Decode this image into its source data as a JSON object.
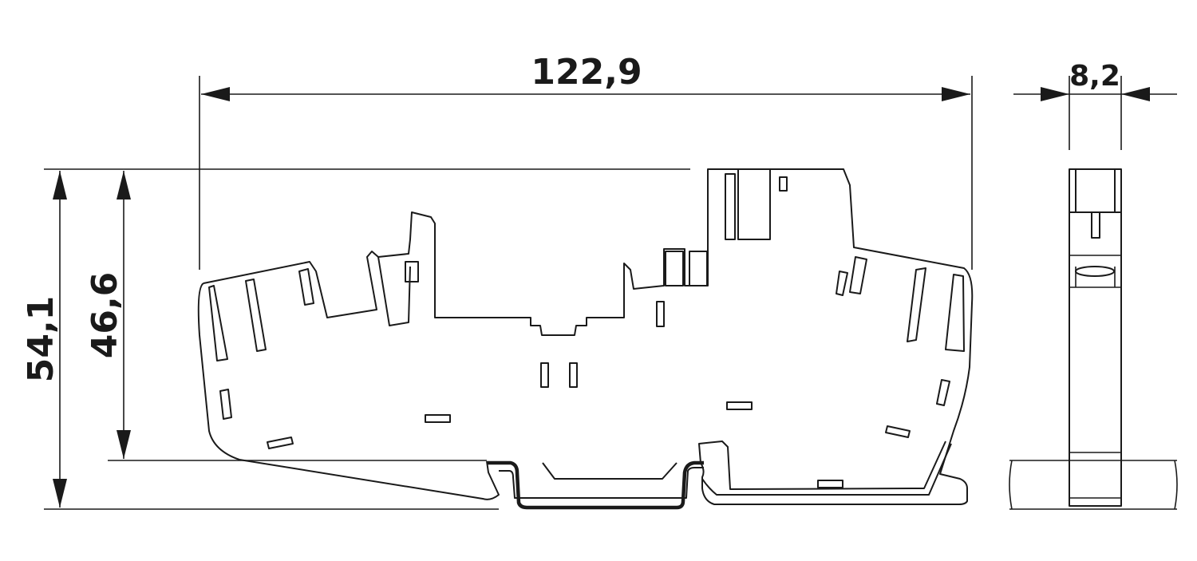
{
  "drawing": {
    "dimensions": {
      "overall_length": "122,9",
      "width": "8,2",
      "overall_height": "54,1",
      "height_above_rail": "46,6"
    },
    "line_color": "#1a1a1a"
  }
}
